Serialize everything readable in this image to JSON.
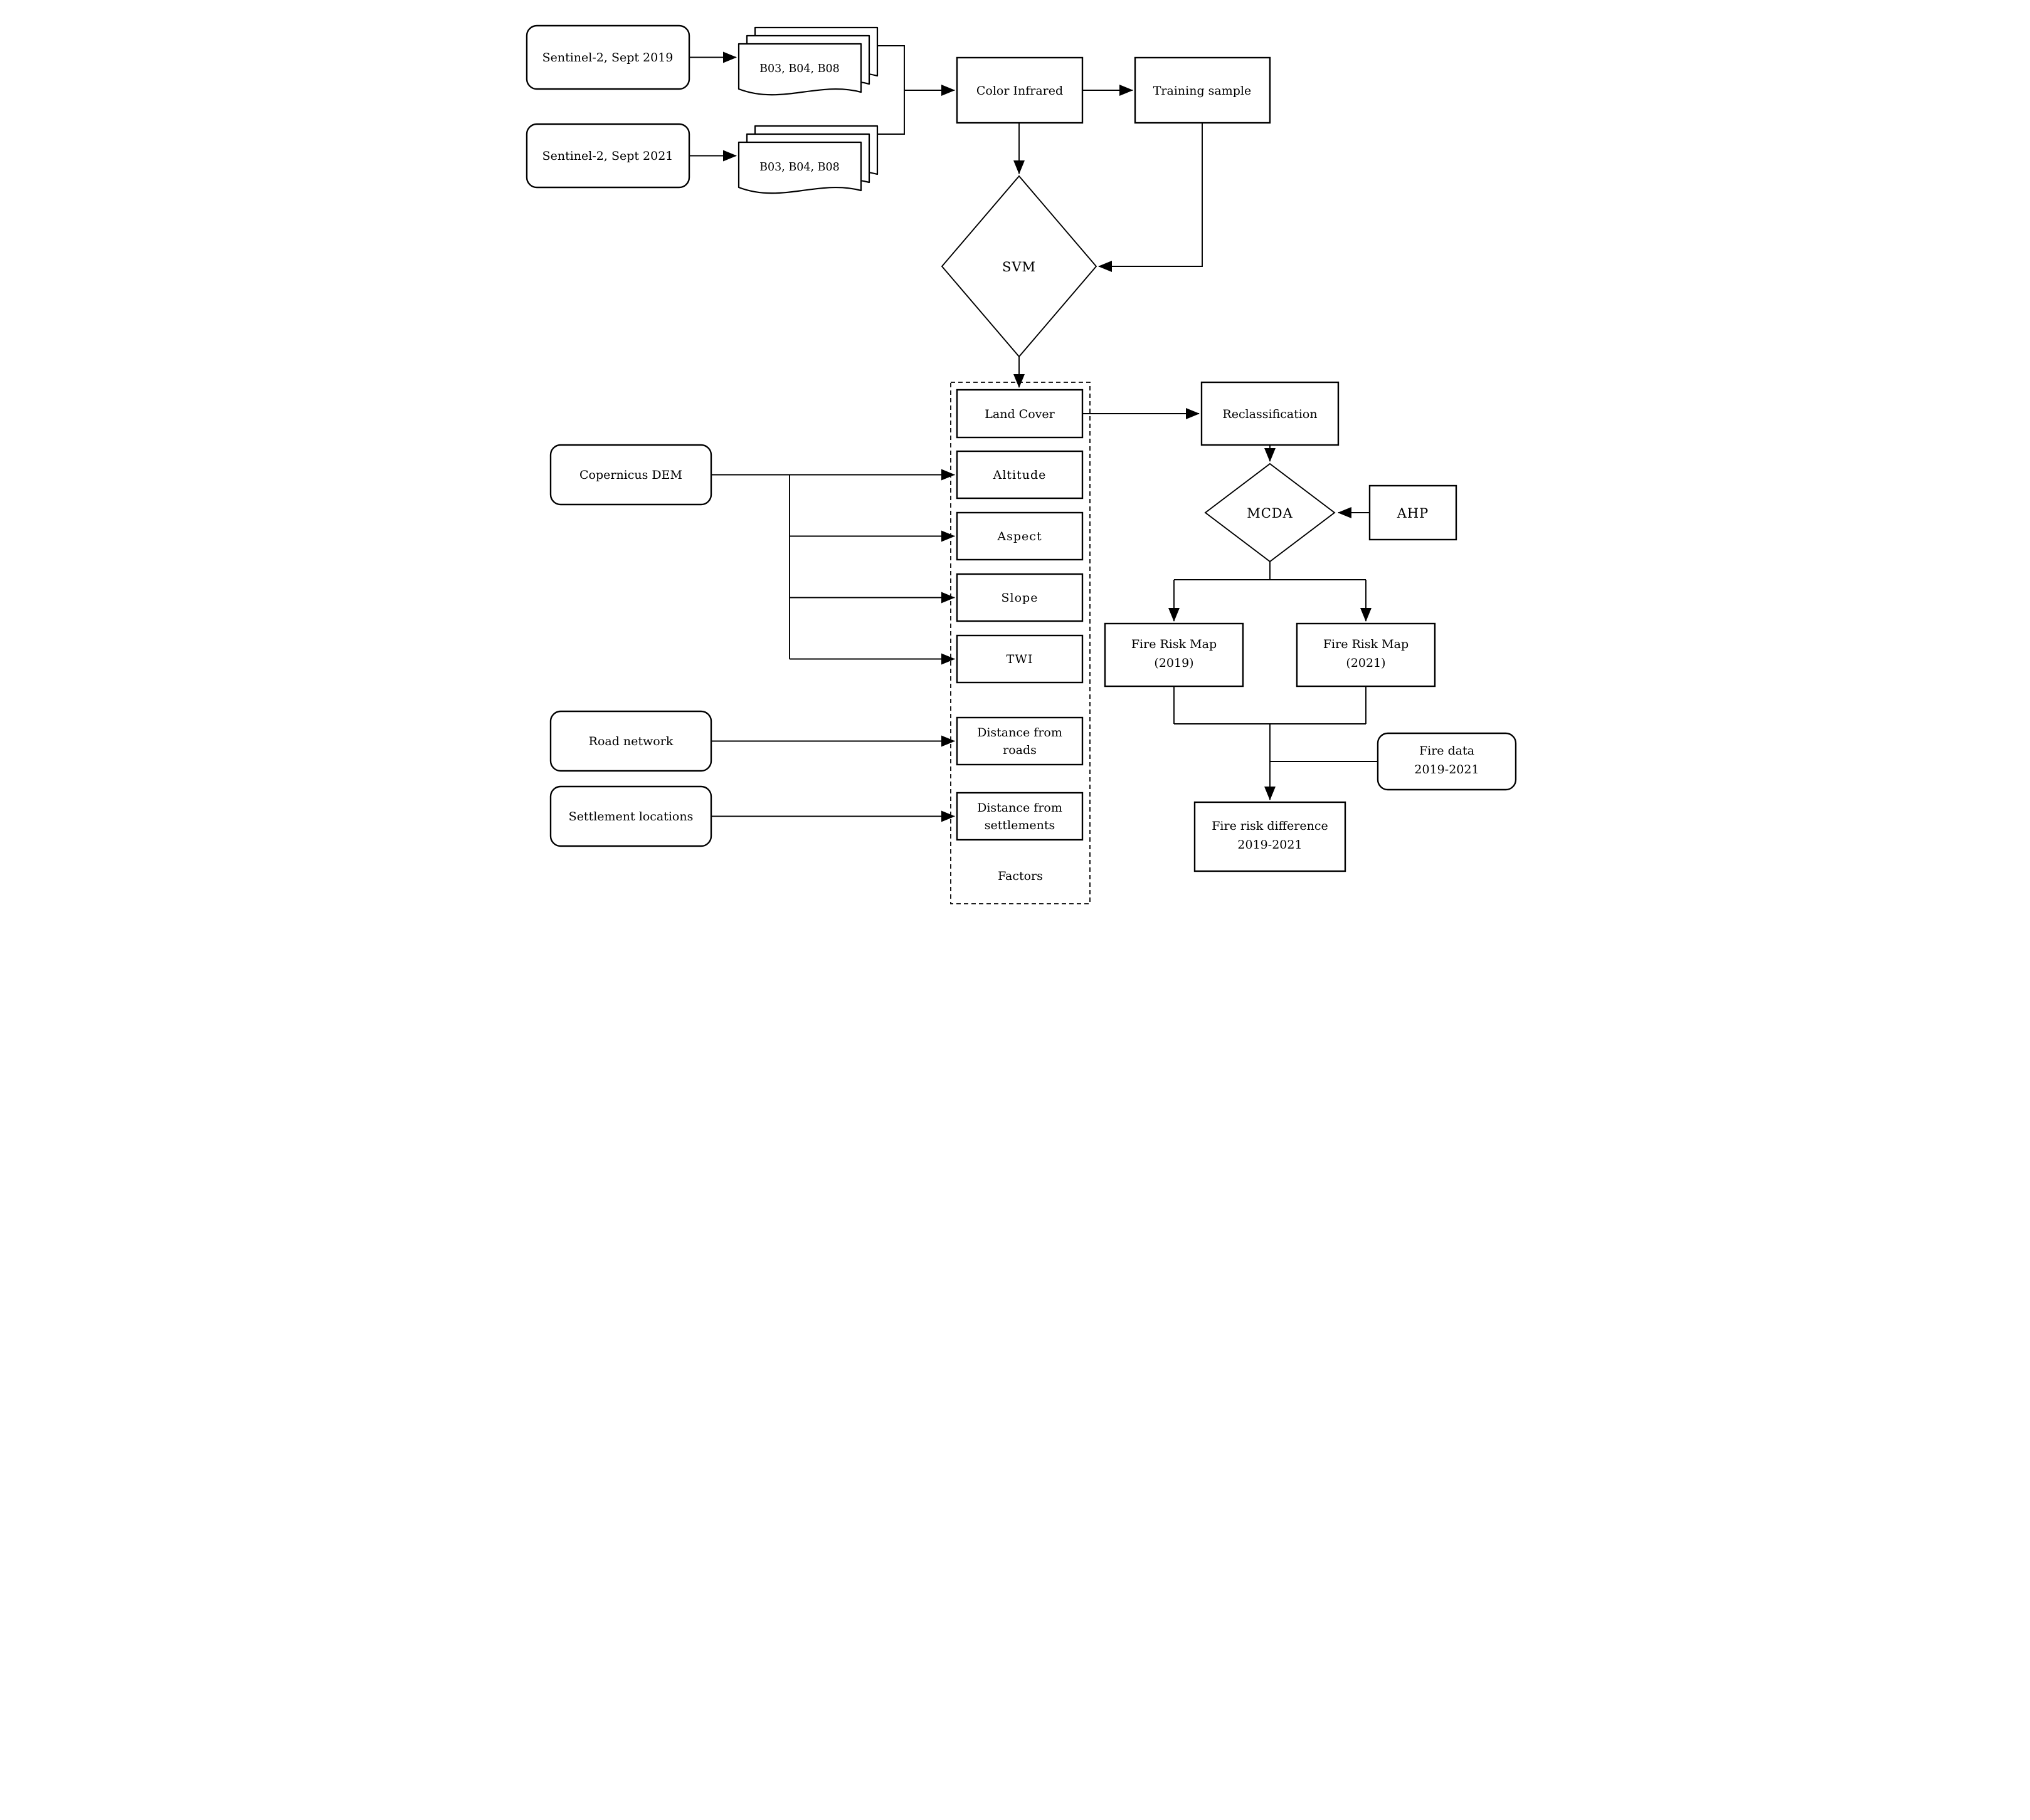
{
  "diagram_type": "flowchart",
  "colors": {
    "stroke": "#000000",
    "background": "#ffffff",
    "text": "#000000"
  },
  "nodes": {
    "sentinel_2019": {
      "label": "Sentinel-2, Sept 2019",
      "shape": "rounded-rectangle"
    },
    "sentinel_2021": {
      "label": "Sentinel-2, Sept 2021",
      "shape": "rounded-rectangle"
    },
    "bands_2019": {
      "label": "B03, B04, B08",
      "shape": "document-stack"
    },
    "bands_2021": {
      "label": "B03, B04, B08",
      "shape": "document-stack"
    },
    "color_infrared": {
      "label": "Color Infrared",
      "shape": "rectangle"
    },
    "training_sample": {
      "label": "Training sample",
      "shape": "rectangle"
    },
    "svm": {
      "label": "SVM",
      "shape": "diamond"
    },
    "land_cover": {
      "label": "Land Cover",
      "shape": "rectangle"
    },
    "altitude": {
      "label": "Altitude",
      "shape": "rectangle"
    },
    "aspect": {
      "label": "Aspect",
      "shape": "rectangle"
    },
    "slope": {
      "label": "Slope",
      "shape": "rectangle"
    },
    "twi": {
      "label": "TWI",
      "shape": "rectangle"
    },
    "distance_roads": {
      "lines": [
        "Distance from",
        "roads"
      ],
      "shape": "rectangle"
    },
    "distance_settlements": {
      "lines": [
        "Distance from",
        "settlements"
      ],
      "shape": "rectangle"
    },
    "factors_group": {
      "label": "Factors",
      "shape": "dashed-container"
    },
    "copernicus_dem": {
      "label": "Copernicus DEM",
      "shape": "rounded-rectangle"
    },
    "road_network": {
      "label": "Road network",
      "shape": "rounded-rectangle"
    },
    "settlement_locations": {
      "label": "Settlement locations",
      "shape": "rounded-rectangle"
    },
    "reclassification": {
      "label": "Reclassification",
      "shape": "rectangle"
    },
    "mcda": {
      "label": "MCDA",
      "shape": "diamond"
    },
    "ahp": {
      "label": "AHP",
      "shape": "rectangle"
    },
    "fire_risk_map_2019": {
      "lines": [
        "Fire Risk Map",
        "(2019)"
      ],
      "shape": "rectangle"
    },
    "fire_risk_map_2021": {
      "lines": [
        "Fire Risk Map",
        "(2021)"
      ],
      "shape": "rectangle"
    },
    "fire_data": {
      "lines": [
        "Fire data",
        "2019-2021"
      ],
      "shape": "rounded-rectangle"
    },
    "fire_risk_difference": {
      "lines": [
        "Fire risk difference",
        "2019-2021"
      ],
      "shape": "rectangle"
    }
  }
}
